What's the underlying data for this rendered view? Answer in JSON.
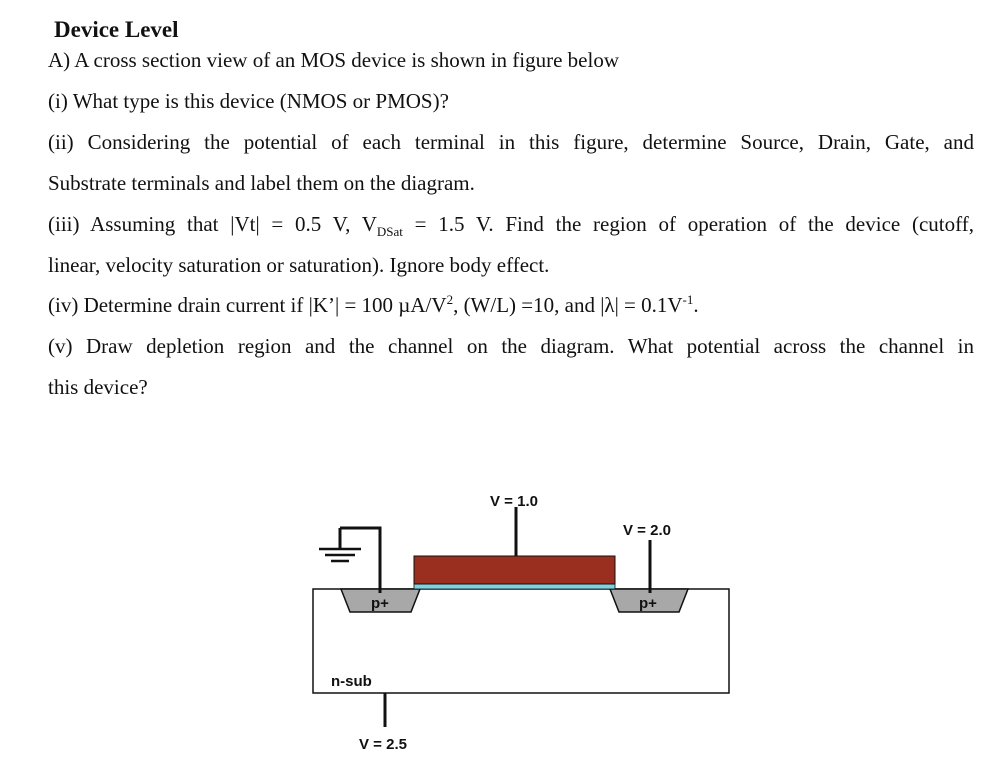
{
  "heading": "Device Level",
  "lines": {
    "a": "A) A cross section view of an MOS device is shown in figure below",
    "i": "(i) What type is this device (NMOS or PMOS)?",
    "ii_1": "(ii) Considering the potential of each terminal in this figure, determine Source, Drain, Gate, and",
    "ii_2": "Substrate terminals and label them on the diagram.",
    "iii_1_a": "(iii) Assuming that |Vt| = 0.5 V, V",
    "iii_1_sub": "DSat",
    "iii_1_b": " = 1.5 V. Find the region of operation of the device (cutoff,",
    "iii_2": "linear, velocity saturation or saturation). Ignore body effect.",
    "iv_a": "(iv) Determine drain current if |K’| = 100 µA/V",
    "iv_sup1": "2",
    "iv_b": ", (W/L) =10, and |λ| = 0.1V",
    "iv_sup2": "-1",
    "iv_c": ".",
    "v_1": "(v) Draw depletion region and the channel on the diagram. What potential across the channel in",
    "v_2": "this device?"
  },
  "figure": {
    "gate_label": "V = 1.0",
    "right_label": "V = 2.0",
    "bottom_label": "V = 2.5",
    "left_diffusion_label": "p+",
    "right_diffusion_label": "p+",
    "substrate_label": "n-sub",
    "colors": {
      "gate": "#9b2f1f",
      "oxide": "#7fd3e0",
      "diffusion": "#a8a8a8",
      "outline": "#111111"
    }
  }
}
